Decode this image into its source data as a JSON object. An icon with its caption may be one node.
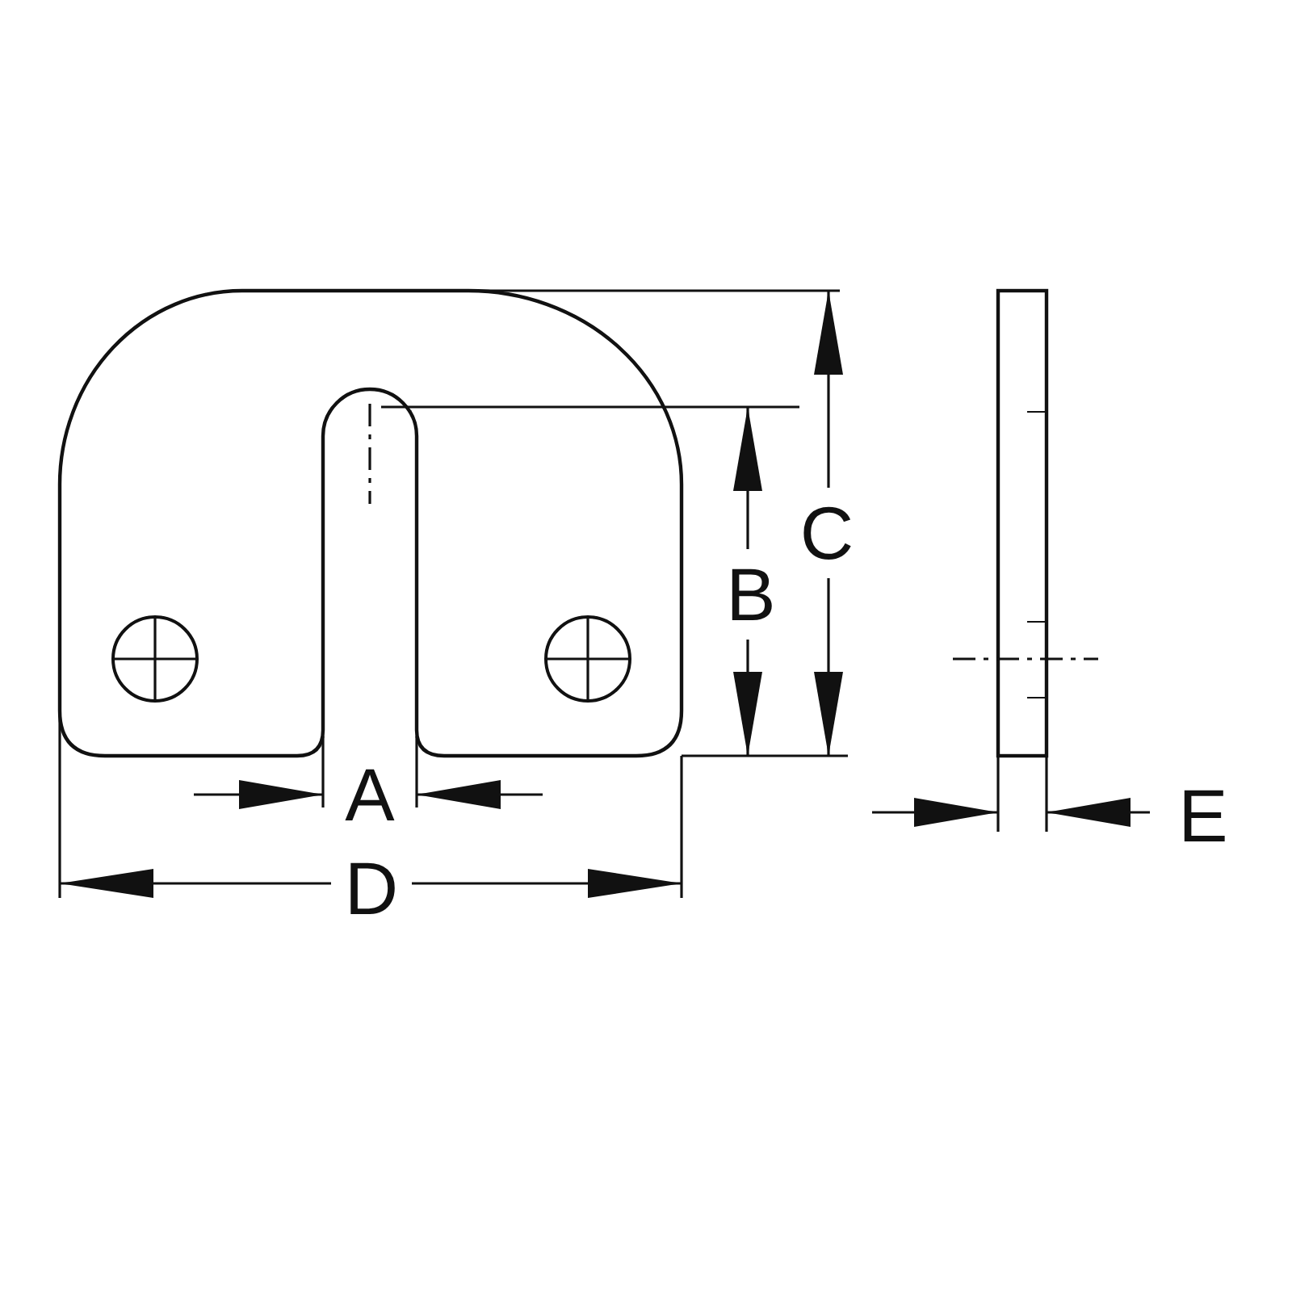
{
  "diagram": {
    "labels": [
      "C",
      "B",
      "A",
      "E",
      "D"
    ]
  }
}
